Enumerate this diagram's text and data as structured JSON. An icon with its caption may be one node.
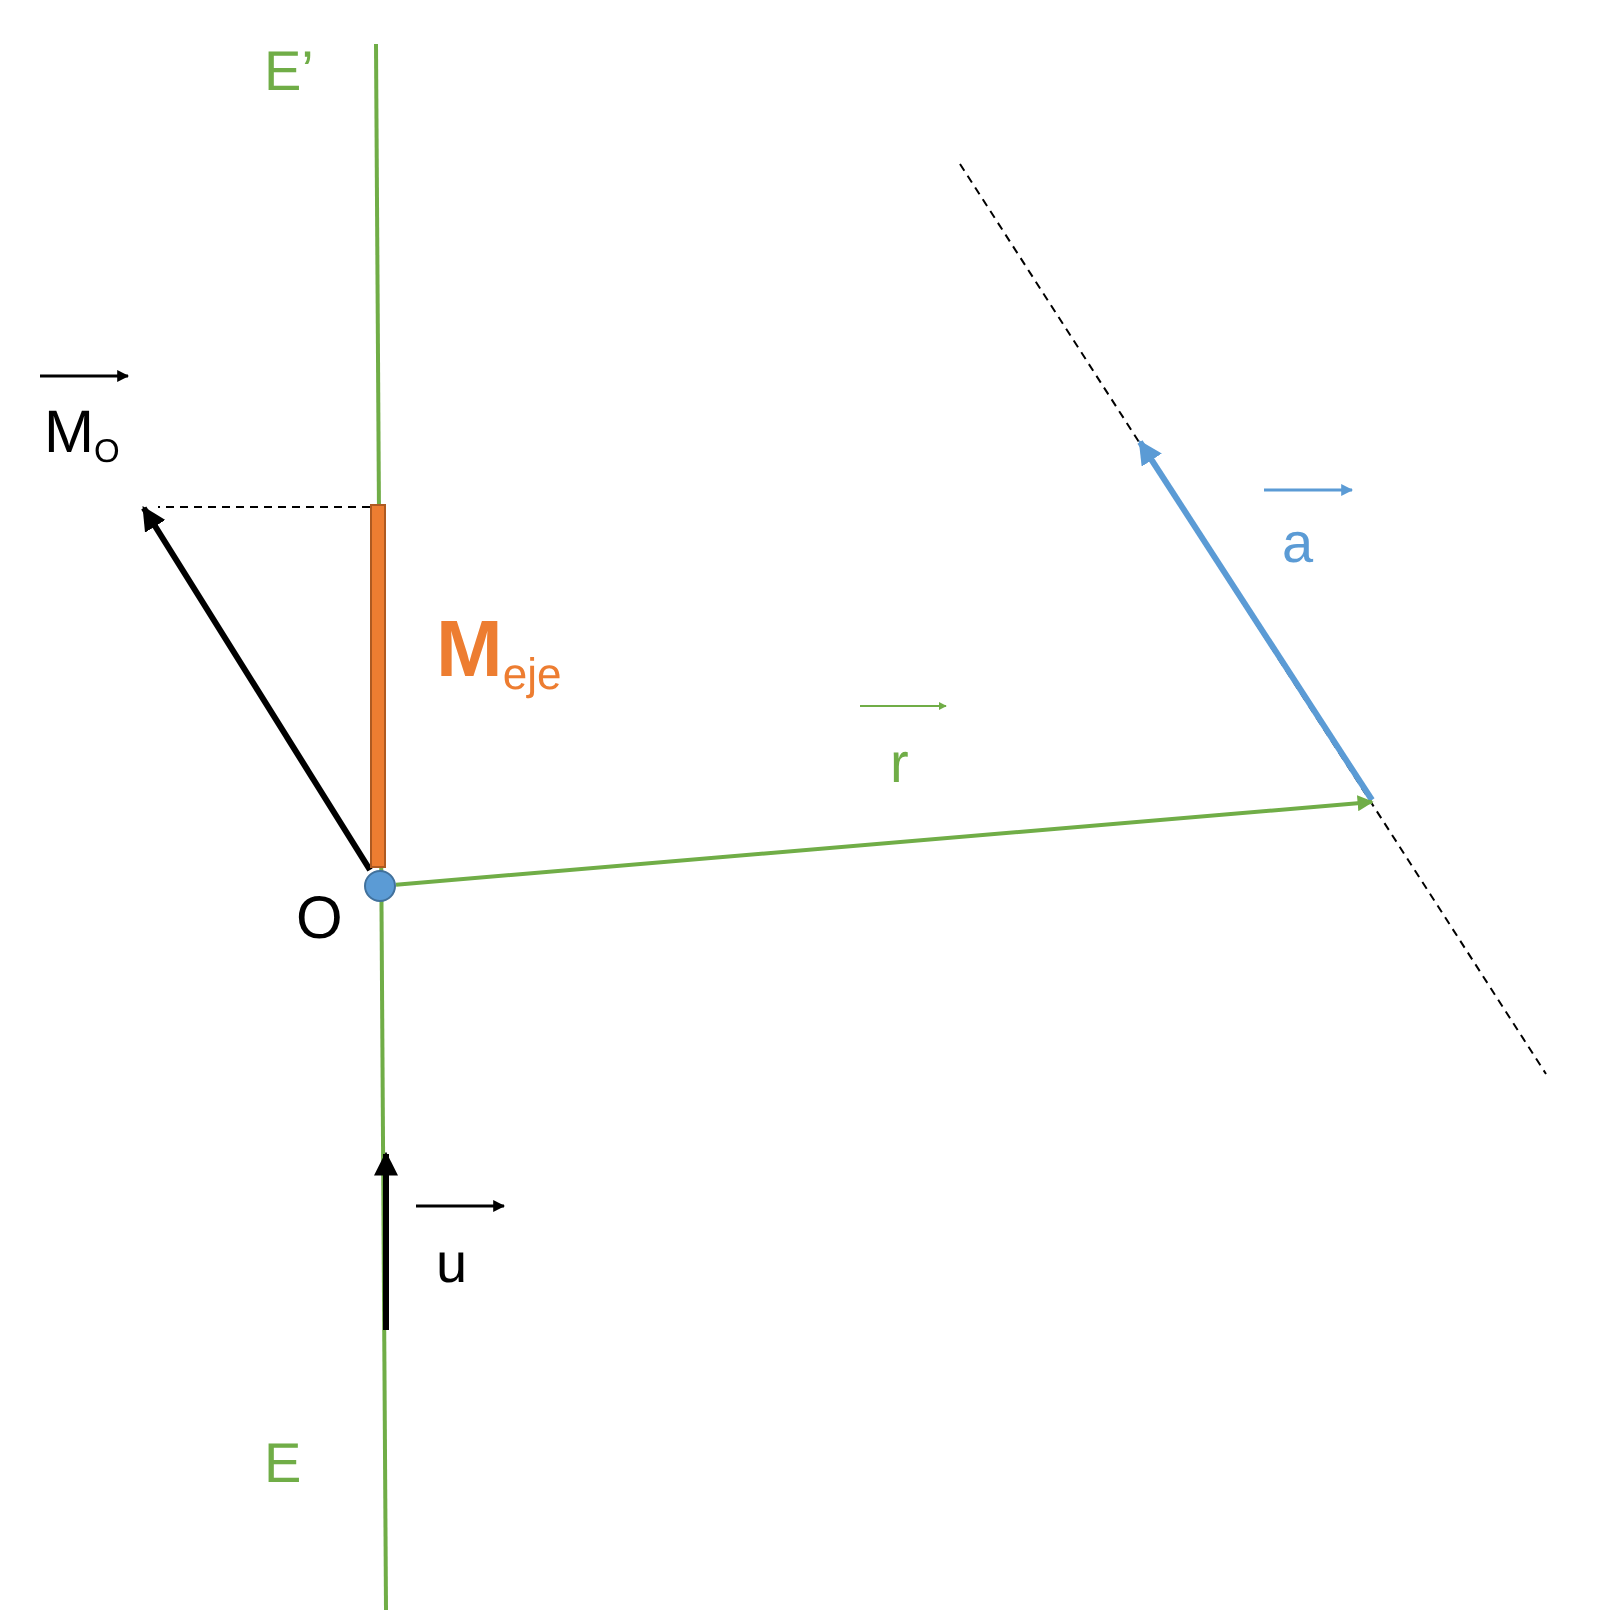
{
  "diagram": {
    "nodes": [
      {
        "text": [
          "M$_{O}$"
        ]
      },
      {
        "text": [],
        "shape": "bar",
        "beside": [
          "**M**$_{eje}$"
        ]
      },
      {
        "text": [],
        "shape": "circle",
        "beside": [
          "O"
        ]
      }
    ],
    "edges": [
      {
        "from": 2,
        "to": 0,
        "arrow": "to"
      },
      {
        "from": 2,
        "to": null,
        "arrow": "to",
        "label": "r",
        "color": "#70ad47"
      },
      {
        "from": 1,
        "to": null,
        "arrow": "none",
        "style": "dashed"
      }
    ],
    "labels": [
      "E’",
      "a",
      "u",
      "E"
    ]
  }
}
